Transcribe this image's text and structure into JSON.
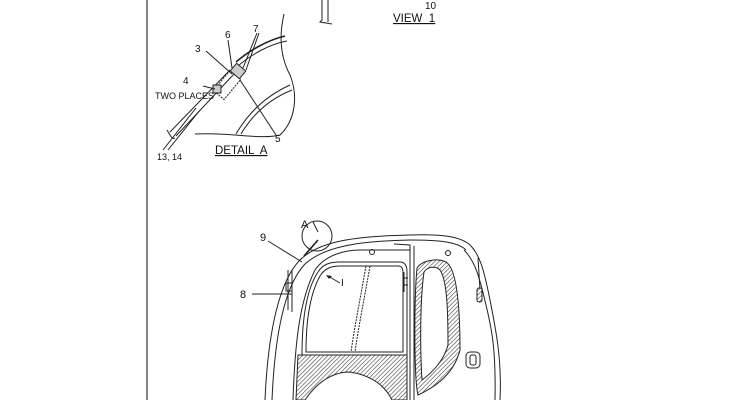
{
  "view1": {
    "title": "VIEW  1",
    "callout_10": "10"
  },
  "detail_a": {
    "title": "DETAIL  A",
    "callouts": {
      "c3": "3",
      "c4": "4",
      "c5": "5",
      "c6": "6",
      "c7": "7",
      "c13_14": "13, 14"
    },
    "note": "TWO PLACES"
  },
  "main_view": {
    "detail_marker": "A",
    "callouts": {
      "c8": "8",
      "c9": "9"
    },
    "view_arrow": "I"
  }
}
